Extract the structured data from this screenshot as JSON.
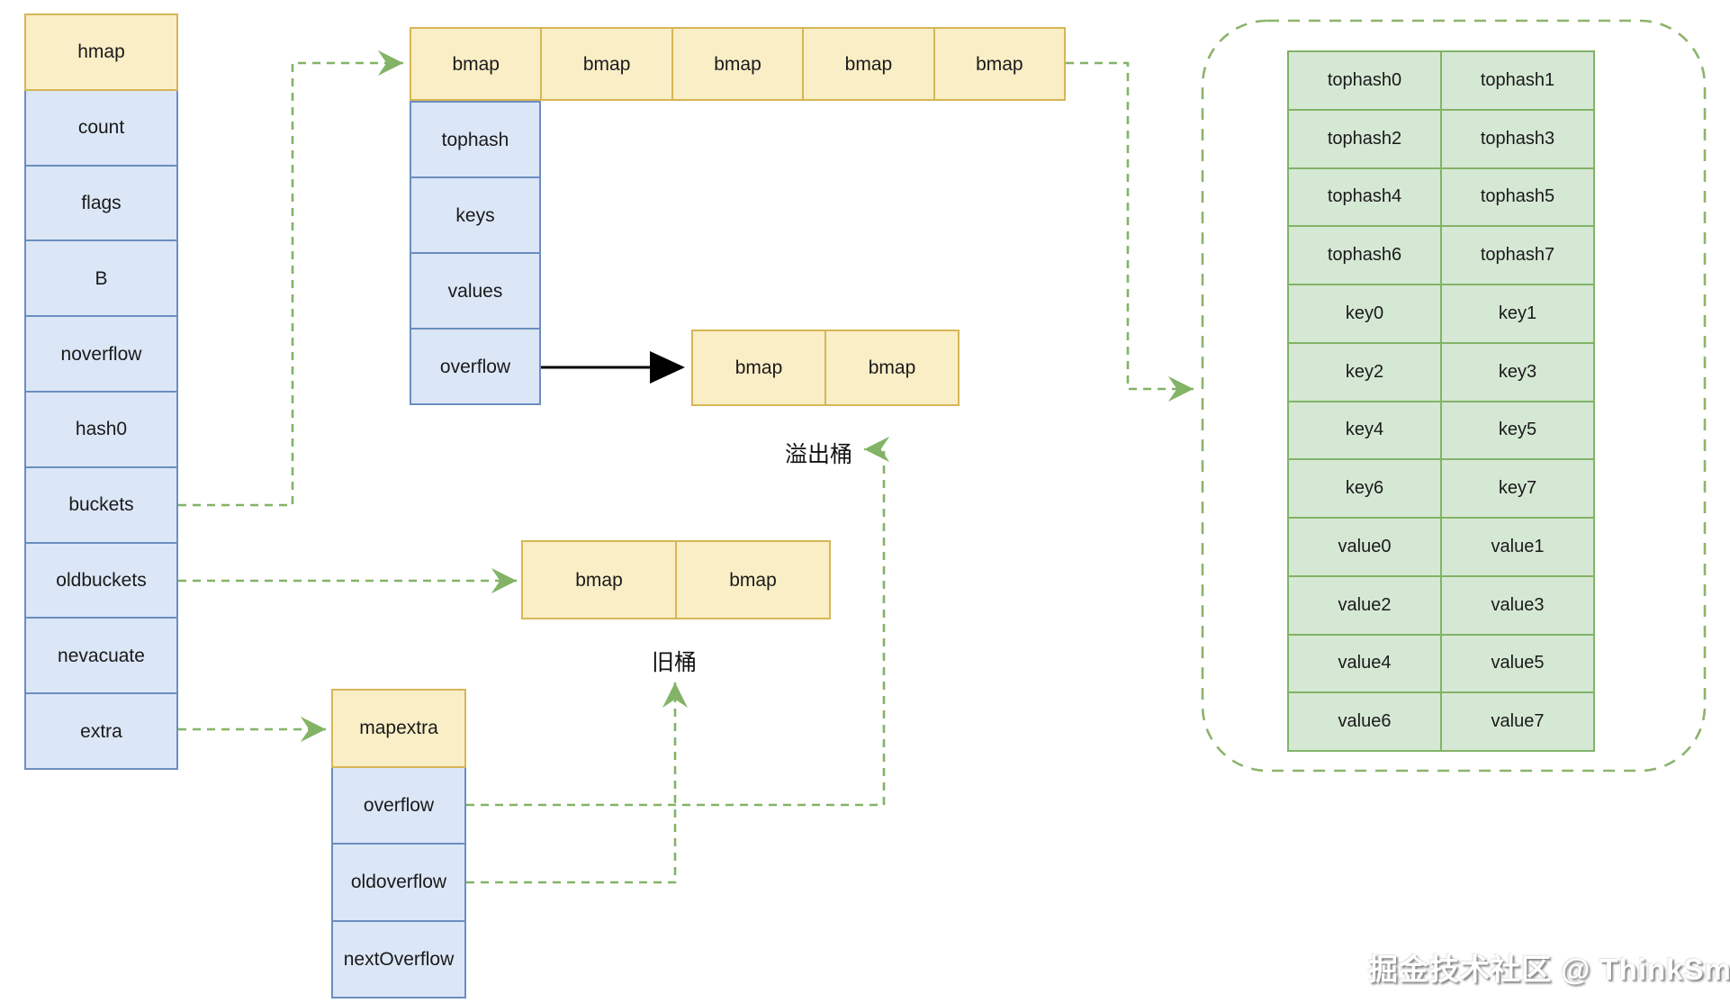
{
  "colors": {
    "yellow_fill": "#faeec6",
    "yellow_border": "#d6b656",
    "blue_fill": "#dbe6f7",
    "blue_border": "#6c8ebf",
    "green_fill": "#d5e8d4",
    "green_border": "#82b366",
    "arrow_green": "#82b366",
    "arrow_black": "#000000",
    "text": "#1a1a1a"
  },
  "hmap": {
    "title": "hmap",
    "fields": [
      "count",
      "flags",
      "B",
      "noverflow",
      "hash0",
      "buckets",
      "oldbuckets",
      "nevacuate",
      "extra"
    ]
  },
  "buckets_row": {
    "cells": [
      "bmap",
      "bmap",
      "bmap",
      "bmap",
      "bmap"
    ]
  },
  "bmap_struct": {
    "fields": [
      "tophash",
      "keys",
      "values",
      "overflow"
    ]
  },
  "overflow_pair": {
    "cells": [
      "bmap",
      "bmap"
    ],
    "label": "溢出桶"
  },
  "old_pair": {
    "cells": [
      "bmap",
      "bmap"
    ],
    "label": "旧桶"
  },
  "mapextra": {
    "title": "mapextra",
    "fields": [
      "overflow",
      "oldoverflow",
      "nextOverflow"
    ]
  },
  "bucket_detail": {
    "cells": [
      "tophash0",
      "tophash1",
      "tophash2",
      "tophash3",
      "tophash4",
      "tophash5",
      "tophash6",
      "tophash7",
      "key0",
      "key1",
      "key2",
      "key3",
      "key4",
      "key5",
      "key6",
      "key7",
      "value0",
      "value1",
      "value2",
      "value3",
      "value4",
      "value5",
      "value6",
      "value7"
    ]
  },
  "watermark": "掘金技术社区 @ ThinkSmart"
}
